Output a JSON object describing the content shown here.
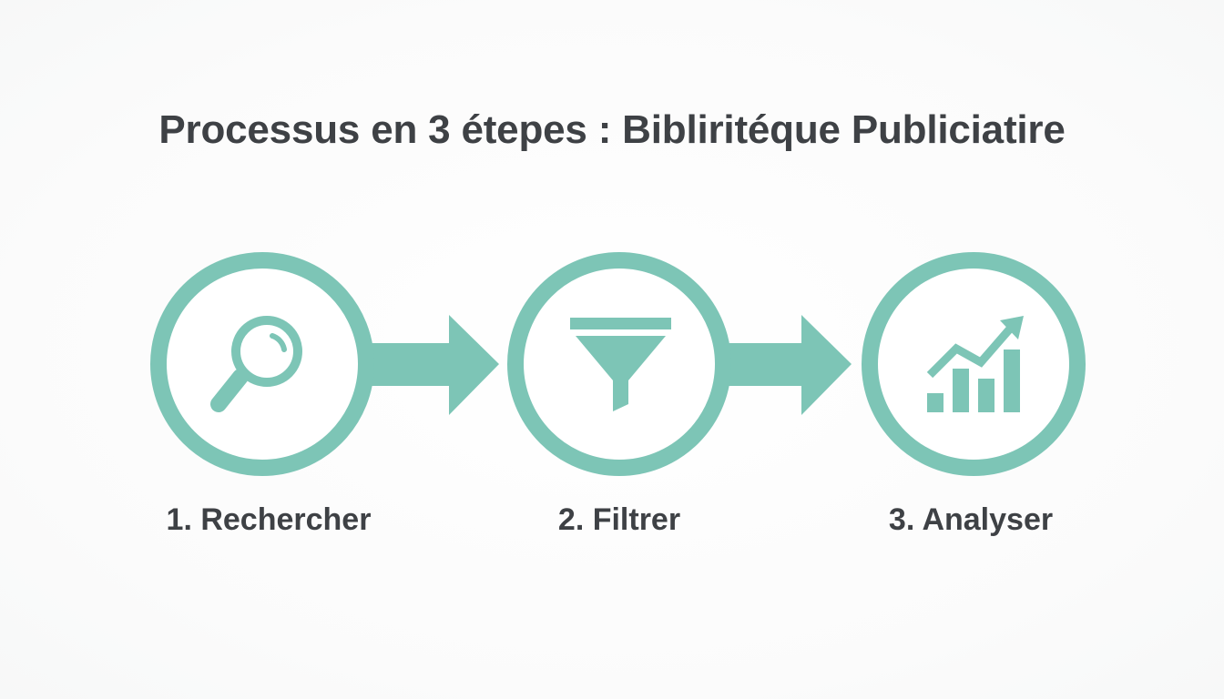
{
  "title": "Processus en 3 étepes : Bibliritéque Publiciatire",
  "accent_color": "#7dc5b6",
  "steps": [
    {
      "label": "1. Rechercher",
      "icon": "magnifier-icon"
    },
    {
      "label": "2. Filtrer",
      "icon": "funnel-icon"
    },
    {
      "label": "3. Analyser",
      "icon": "growth-chart-icon"
    }
  ]
}
